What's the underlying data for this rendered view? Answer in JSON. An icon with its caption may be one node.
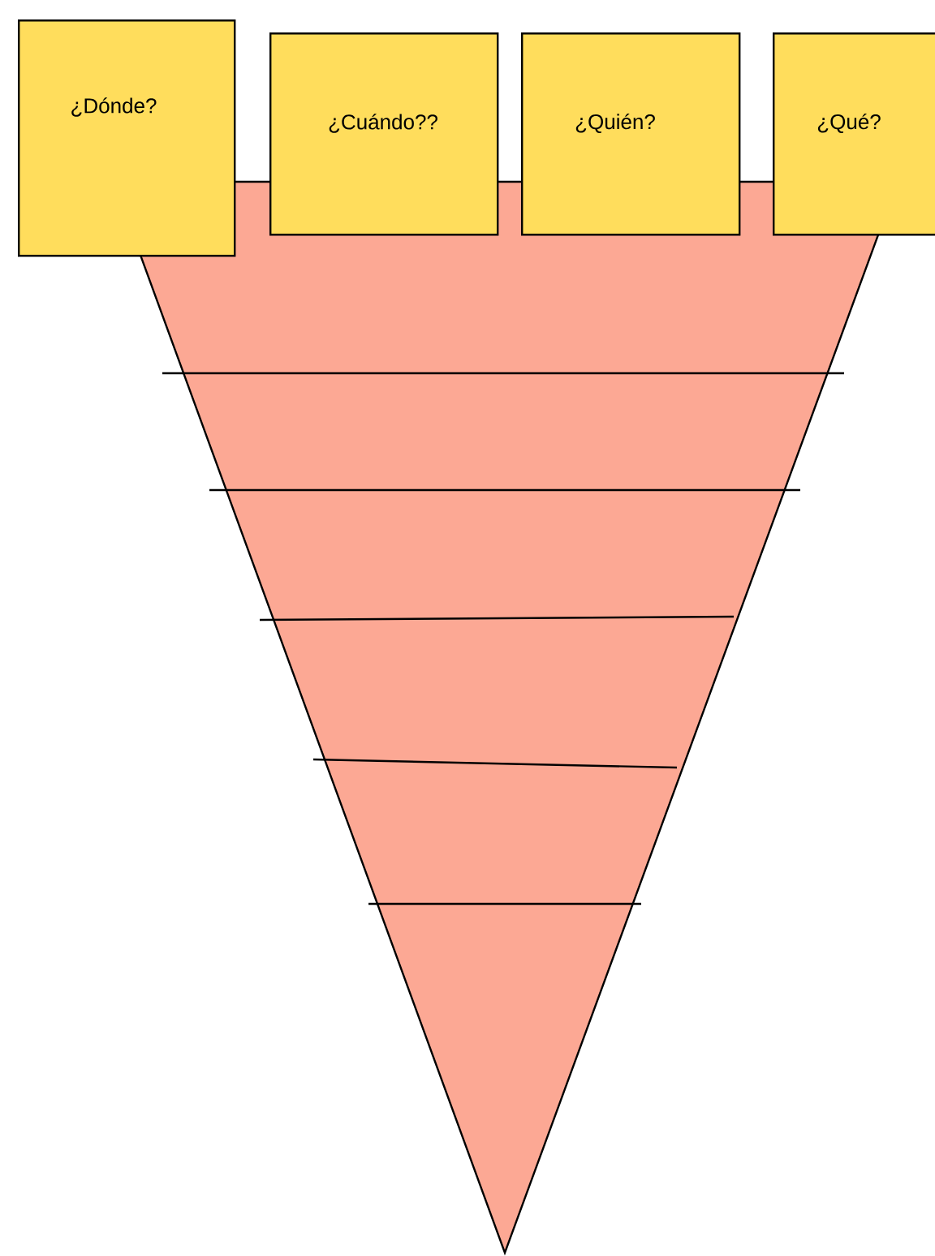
{
  "diagram": {
    "nodes": [
      {
        "text": [
          "¿Dónde?"
        ]
      },
      {
        "text": [
          "¿Cuándo??"
        ]
      },
      {
        "text": [
          "¿Quién?"
        ]
      },
      {
        "text": [
          "¿Qué?"
        ]
      }
    ]
  }
}
